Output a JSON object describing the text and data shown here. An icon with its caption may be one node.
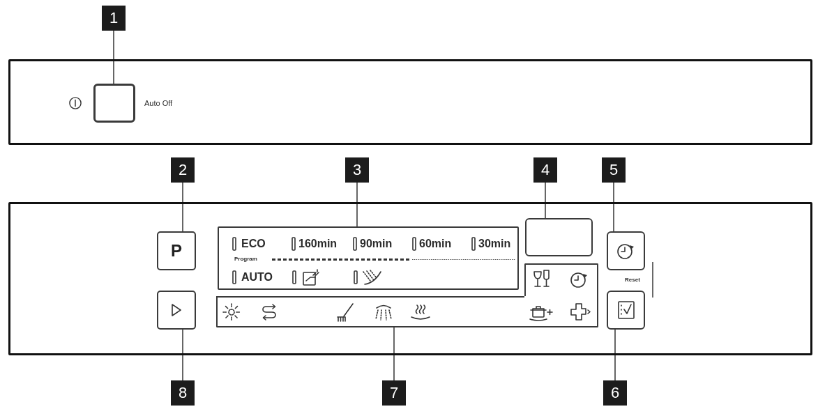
{
  "diagram": {
    "nodes": [
      {
        "text": [
          "1"
        ]
      },
      {
        "text": [],
        "shape": "box"
      },
      {
        "text": [],
        "shape": "box",
        "in": 1,
        "beside": [
          "Auto Off"
        ]
      },
      {
        "text": [
          "2"
        ]
      },
      {
        "text": [
          "3"
        ]
      },
      {
        "text": [
          "4"
        ]
      },
      {
        "text": [
          "5"
        ]
      },
      {
        "text": [],
        "shape": "box"
      },
      {
        "text": [
          "P"
        ],
        "in": 7
      },
      {
        "text": [
          "ECO",
          "160min",
          "90min",
          "60min",
          "30min",
          "Program",
          "AUTO"
        ],
        "in": 7
      },
      {
        "text": [],
        "shape": "box",
        "in": 7
      },
      {
        "text": [],
        "shape": "box",
        "in": 7
      },
      {
        "text": [],
        "shape": "box",
        "in": 7
      },
      {
        "text": [],
        "shape": "box",
        "in": 7
      },
      {
        "text": [],
        "shape": "box",
        "in": 7
      },
      {
        "text": [
          "8"
        ]
      },
      {
        "text": [
          "7"
        ]
      },
      {
        "text": [
          "6"
        ]
      }
    ],
    "edges": [
      {
        "from": 0,
        "to": 2,
        "arrow": "none"
      },
      {
        "from": 3,
        "to": 8,
        "arrow": "none"
      },
      {
        "from": 4,
        "to": 9,
        "arrow": "none"
      },
      {
        "from": 5,
        "to": 10,
        "arrow": "none"
      },
      {
        "from": 6,
        "to": 11,
        "arrow": "none"
      },
      {
        "from": 15,
        "to": 12,
        "arrow": "none"
      },
      {
        "from": 16,
        "to": 13,
        "arrow": "none"
      },
      {
        "from": 17,
        "to": 14,
        "arrow": "none"
      }
    ],
    "labels": [
      "Reset"
    ]
  }
}
